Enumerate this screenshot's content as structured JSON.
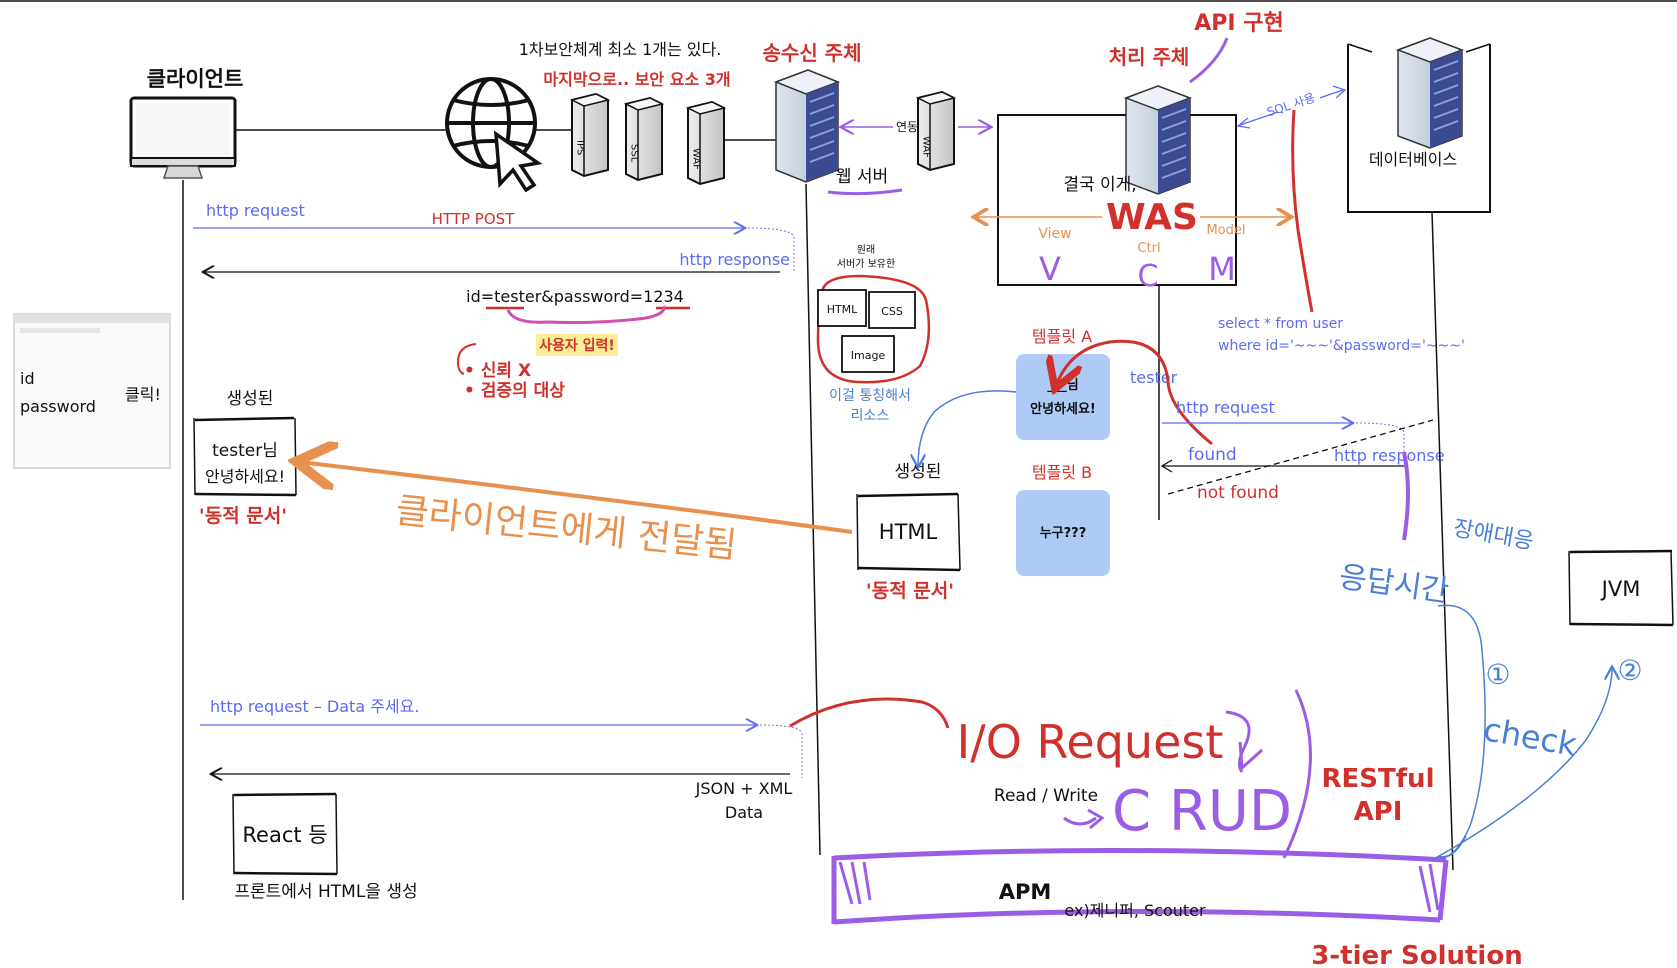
{
  "client": {
    "title": "클라이언트",
    "form_id": "id",
    "form_password": "password",
    "click": "클릭!",
    "generated": "생성된",
    "doc_line1": "tester님",
    "doc_line2": "안녕하세요!",
    "dynamic_doc": "'동적 문서'",
    "react_box": "React 등",
    "react_caption": "프론트에서 HTML을 생성"
  },
  "security": {
    "note1": "1차보안체계 최소 1개는 있다.",
    "note2": "마지막으로.. 보안 요소 3개",
    "ips": "IPS",
    "ssl": "SSL",
    "waf": "WAF"
  },
  "sender": {
    "title": "송수신 주체",
    "web_server": "웹 서버",
    "link": "연동",
    "orig_line1": "원래",
    "orig_line2": "서버가 보유한",
    "res_html": "HTML",
    "res_css": "CSS",
    "res_image": "Image",
    "res_caption1": "이걸 통칭해서",
    "res_caption2": "리소스",
    "generated": "생성된",
    "html_box": "HTML",
    "dynamic_doc": "'동적 문서'"
  },
  "processor": {
    "api_impl": "API 구현",
    "title": "처리  주체",
    "after_all": "결국 이게,",
    "was": "WAS",
    "view": "View",
    "ctrl": "Ctrl",
    "model": "Model",
    "v": "V",
    "c": "C",
    "m": "M",
    "sql_use": "SQL 사용",
    "template_a": "템플릿 A",
    "template_a_line1": "___님",
    "template_a_line2": "안녕하세요!",
    "template_b": "템플릿 B",
    "template_b_text": "누구???",
    "tester": "tester",
    "sql_line1": "select * from user",
    "sql_line2": "where id='~~~'&password='~~~'",
    "found": "found",
    "not_found": "not found"
  },
  "database": {
    "title": "데이터베이스"
  },
  "flow": {
    "http_request": "http request",
    "http_post": "HTTP POST",
    "http_response": "http response",
    "query": "id=tester&password=1234",
    "user_input": "사용자 입력!",
    "trust_x": "• 신뢰 X",
    "verify": "• 검증의 대상",
    "delivered": "클라이언트에게 전달됨",
    "http_request_right": "http request",
    "http_response_right": "http response",
    "data_request": "http request – Data 주세요.",
    "json_xml": "JSON + XML",
    "data": "Data"
  },
  "bottom": {
    "io_request": "I/O Request",
    "read_write": "Read / Write",
    "crud": "C RUD",
    "restful1": "RESTful",
    "restful2": "API",
    "apm": "APM",
    "apm_ex": "ex)제니퍼, Scouter",
    "three_tier": "3-tier Solution"
  },
  "monitor": {
    "outage": "장애대응",
    "response_time": "응답시간",
    "step1": "①",
    "check": "check",
    "step2": "②",
    "jvm": "JVM"
  },
  "colors": {
    "ink": "#111111",
    "blue": "#5b6cf0",
    "pen_blue": "#4a7fd6",
    "red": "#d0312d",
    "purple": "#9b5de5",
    "orange": "#e8914f",
    "pink": "#d14fb3",
    "template_bg": "#aecbf5"
  }
}
